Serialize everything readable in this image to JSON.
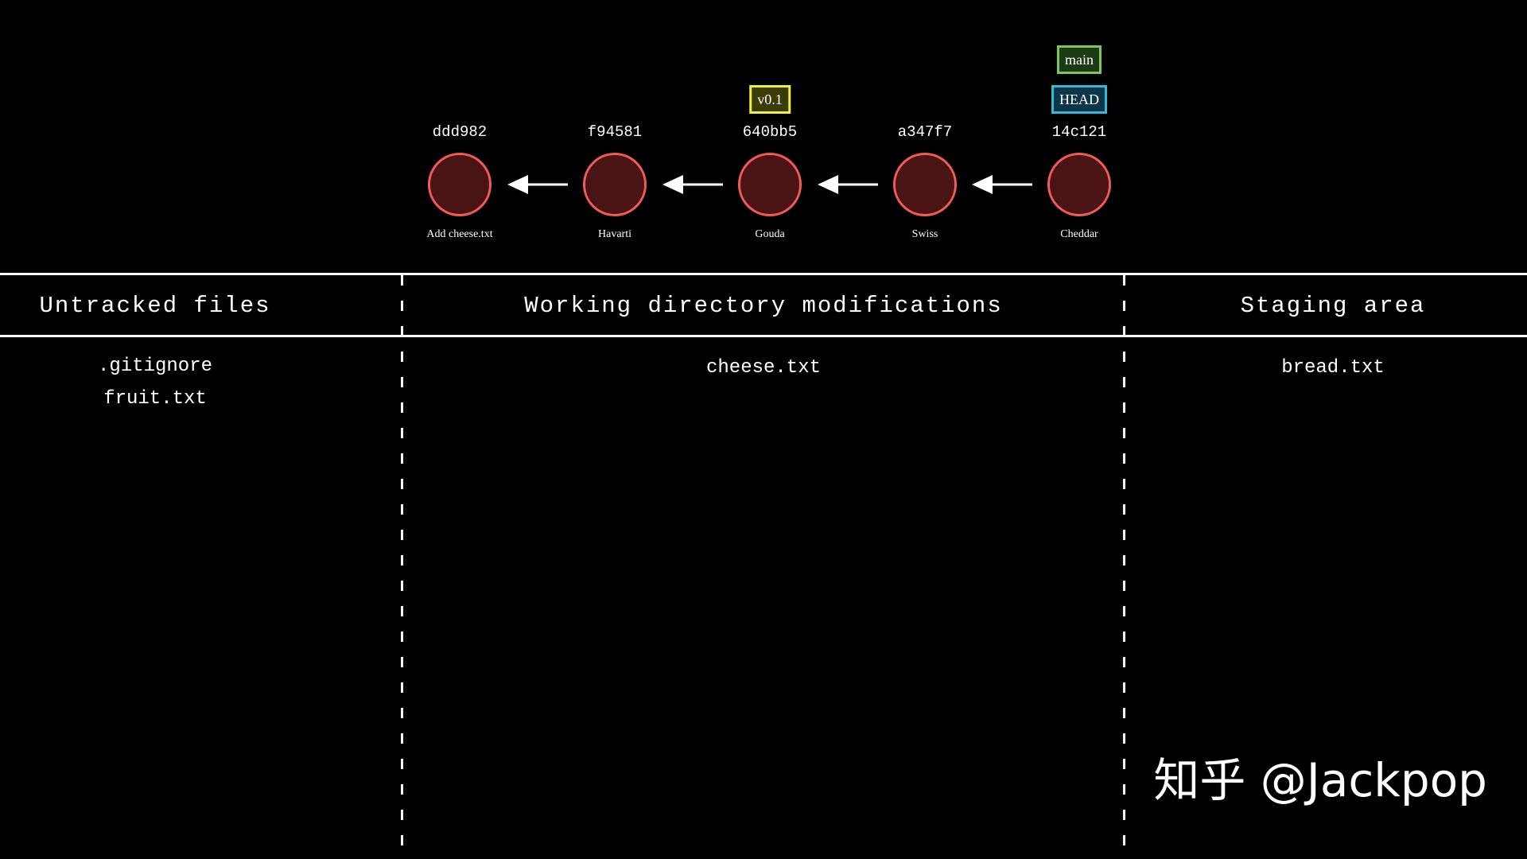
{
  "graph": {
    "commits": [
      {
        "hash": "ddd982",
        "message": "Add cheese.txt"
      },
      {
        "hash": "f94581",
        "message": "Havarti"
      },
      {
        "hash": "640bb5",
        "message": "Gouda"
      },
      {
        "hash": "a347f7",
        "message": "Swiss"
      },
      {
        "hash": "14c121",
        "message": "Cheddar"
      }
    ],
    "refs": {
      "tag": "v0.1",
      "head": "HEAD",
      "branch": "main"
    },
    "colors": {
      "node_fill": "#4a1414",
      "node_stroke": "#f05a5a",
      "branch": "#7cc45c",
      "head": "#35b7d8",
      "tag": "#f0ef3a"
    }
  },
  "panels": {
    "untracked": {
      "header": "Untracked files",
      "files": [
        ".gitignore",
        "fruit.txt"
      ]
    },
    "working": {
      "header": "Working directory modifications",
      "files": [
        "cheese.txt"
      ]
    },
    "staging": {
      "header": "Staging area",
      "files": [
        "bread.txt"
      ]
    }
  },
  "watermark": "知乎 @Jackpop"
}
